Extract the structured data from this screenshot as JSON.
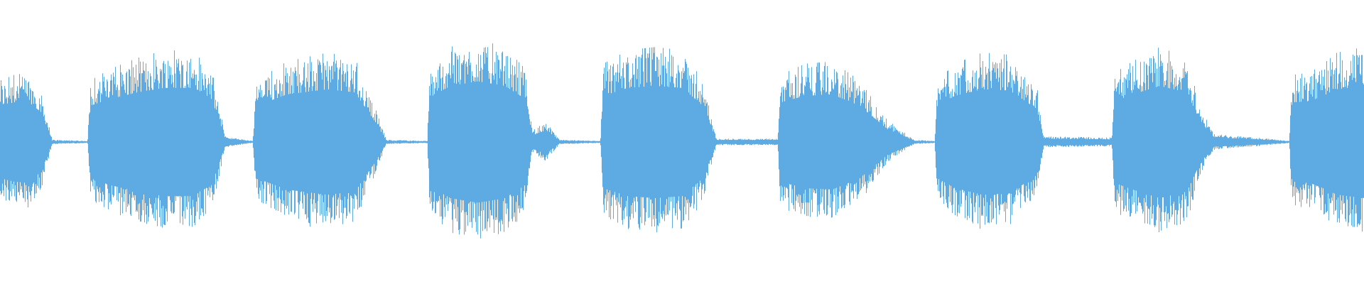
{
  "waveform": {
    "color": "#5dabe2",
    "background": "#ffffff",
    "amplitude_scale": [
      -1,
      1
    ],
    "envelope": [
      [
        0.0,
        0.55
      ],
      [
        0.01,
        0.6
      ],
      [
        0.02,
        0.62
      ],
      [
        0.03,
        0.45
      ],
      [
        0.038,
        0.02
      ],
      [
        0.064,
        0.01
      ],
      [
        0.066,
        0.55
      ],
      [
        0.08,
        0.65
      ],
      [
        0.1,
        0.75
      ],
      [
        0.12,
        0.82
      ],
      [
        0.14,
        0.82
      ],
      [
        0.155,
        0.65
      ],
      [
        0.165,
        0.05
      ],
      [
        0.185,
        0.01
      ],
      [
        0.188,
        0.55
      ],
      [
        0.21,
        0.72
      ],
      [
        0.24,
        0.8
      ],
      [
        0.26,
        0.75
      ],
      [
        0.275,
        0.3
      ],
      [
        0.283,
        0.02
      ],
      [
        0.313,
        0.01
      ],
      [
        0.315,
        0.68
      ],
      [
        0.33,
        0.85
      ],
      [
        0.35,
        0.92
      ],
      [
        0.37,
        0.85
      ],
      [
        0.385,
        0.65
      ],
      [
        0.39,
        0.1
      ],
      [
        0.4,
        0.18
      ],
      [
        0.41,
        0.02
      ],
      [
        0.44,
        0.01
      ],
      [
        0.442,
        0.7
      ],
      [
        0.46,
        0.82
      ],
      [
        0.48,
        0.85
      ],
      [
        0.5,
        0.82
      ],
      [
        0.515,
        0.55
      ],
      [
        0.525,
        0.03
      ],
      [
        0.57,
        0.03
      ],
      [
        0.572,
        0.6
      ],
      [
        0.59,
        0.7
      ],
      [
        0.61,
        0.72
      ],
      [
        0.63,
        0.55
      ],
      [
        0.65,
        0.2
      ],
      [
        0.67,
        0.02
      ],
      [
        0.685,
        0.01
      ],
      [
        0.687,
        0.55
      ],
      [
        0.7,
        0.7
      ],
      [
        0.72,
        0.8
      ],
      [
        0.74,
        0.78
      ],
      [
        0.76,
        0.5
      ],
      [
        0.765,
        0.05
      ],
      [
        0.815,
        0.04
      ],
      [
        0.817,
        0.62
      ],
      [
        0.83,
        0.72
      ],
      [
        0.85,
        0.85
      ],
      [
        0.87,
        0.75
      ],
      [
        0.88,
        0.3
      ],
      [
        0.89,
        0.07
      ],
      [
        0.92,
        0.04
      ],
      [
        0.945,
        0.01
      ],
      [
        0.947,
        0.6
      ],
      [
        0.96,
        0.62
      ],
      [
        0.97,
        0.7
      ],
      [
        0.98,
        0.8
      ],
      [
        1.0,
        0.85
      ]
    ]
  }
}
